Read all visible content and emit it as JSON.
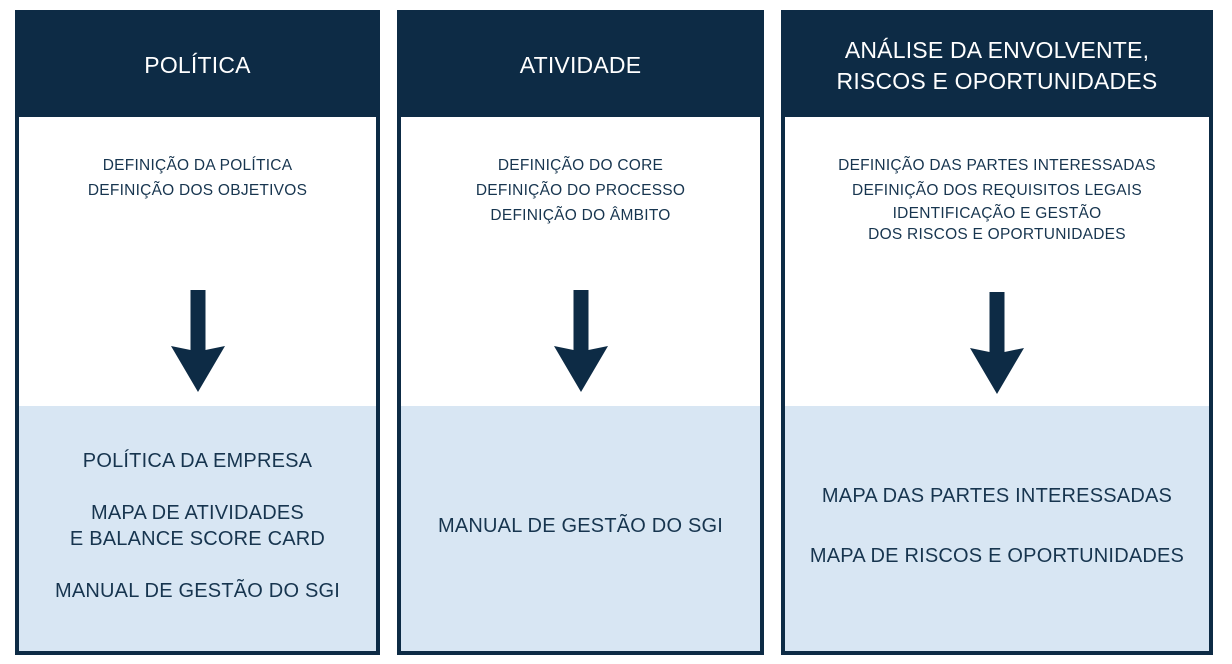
{
  "theme": {
    "header_bg": "#0d2b45",
    "header_text": "#ffffff",
    "border": "#0d2b45",
    "body_bg": "#ffffff",
    "output_bg": "#d8e6f3",
    "body_text": "#17354f",
    "arrow_fill": "#0d2b45"
  },
  "columns": [
    {
      "header": "POLÍTICA",
      "inputs": [
        "DEFINIÇÃO DA POLÍTICA",
        "DEFINIÇÃO DOS OBJETIVOS"
      ],
      "arrow": "down-arrow-icon",
      "outputs": [
        "POLÍTICA DA EMPRESA",
        "MAPA DE ATIVIDADES\nE BALANCE SCORE CARD",
        "MANUAL DE GESTÃO DO SGI"
      ]
    },
    {
      "header": "ATIVIDADE",
      "inputs": [
        "DEFINIÇÃO DO CORE",
        "DEFINIÇÃO DO PROCESSO",
        "DEFINIÇÃO DO ÂMBITO"
      ],
      "arrow": "down-arrow-icon",
      "outputs": [
        "MANUAL DE GESTÃO DO SGI"
      ]
    },
    {
      "header": "ANÁLISE DA ENVOLVENTE,\nRISCOS E OPORTUNIDADES",
      "inputs": [
        "DEFINIÇÃO DAS PARTES INTERESSADAS",
        "DEFINIÇÃO DOS REQUISITOS LEGAIS",
        "IDENTIFICAÇÃO E GESTÃO\nDOS RISCOS E OPORTUNIDADES"
      ],
      "arrow": "down-arrow-icon",
      "outputs": [
        "MAPA DAS PARTES INTERESSADAS",
        "MAPA DE RISCOS E OPORTUNIDADES"
      ]
    }
  ]
}
